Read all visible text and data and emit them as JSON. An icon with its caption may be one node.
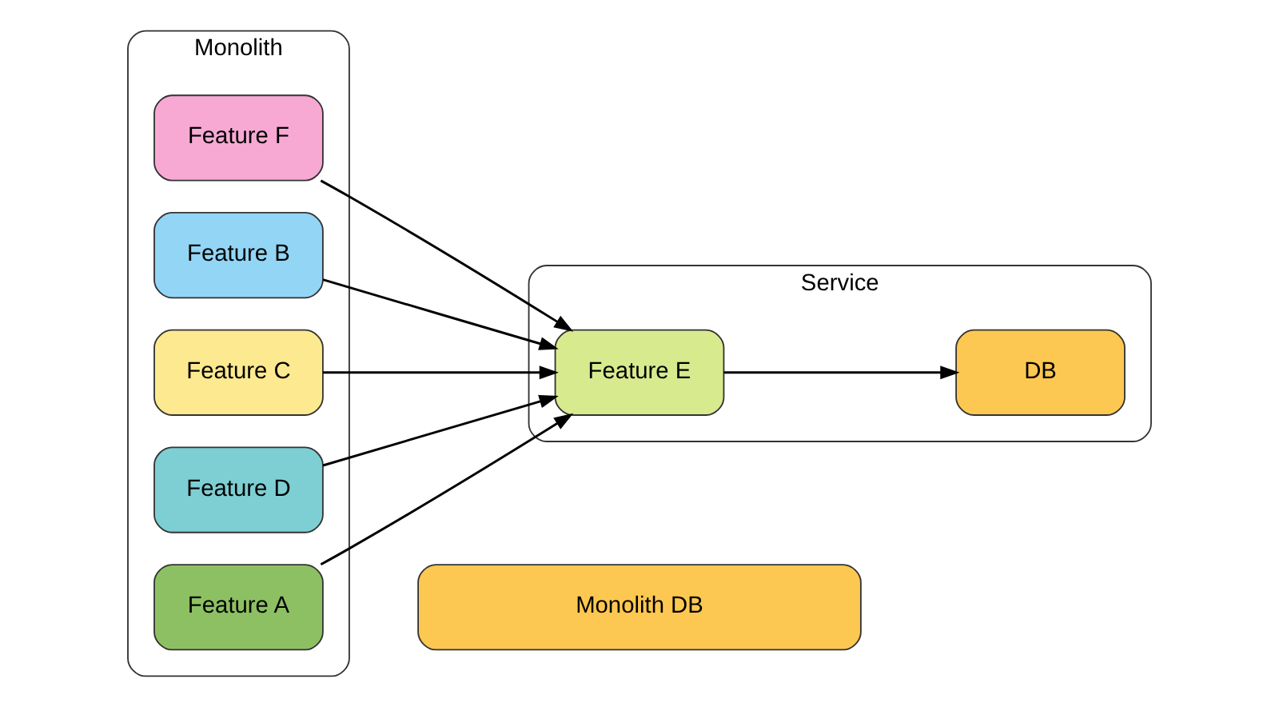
{
  "diagram": {
    "nodes": [
      {
        "text": [
          "Monolith"
        ]
      },
      {
        "text": [
          "Feature A"
        ],
        "in": 0
      },
      {
        "text": [
          "Feature B"
        ],
        "in": 0
      },
      {
        "text": [
          "Feature C"
        ],
        "in": 0
      },
      {
        "text": [
          "Feature D"
        ],
        "in": 0
      },
      {
        "text": [
          "Feature F"
        ],
        "in": 0
      },
      {
        "text": [
          "Service"
        ]
      },
      {
        "text": [
          "Feature E"
        ],
        "in": 6
      },
      {
        "text": [
          "DB"
        ],
        "in": 6
      },
      {
        "text": [
          "Monolith DB"
        ]
      }
    ],
    "edges": [
      {
        "from": 2,
        "to": 7,
        "arrow": "to"
      },
      {
        "from": 1,
        "to": 7,
        "arrow": "to"
      },
      {
        "from": 4,
        "to": 7,
        "arrow": "to"
      },
      {
        "from": 3,
        "to": 7,
        "arrow": "to"
      },
      {
        "from": 5,
        "to": 7,
        "arrow": "to"
      },
      {
        "from": 7,
        "to": 8,
        "arrow": "to"
      }
    ]
  }
}
